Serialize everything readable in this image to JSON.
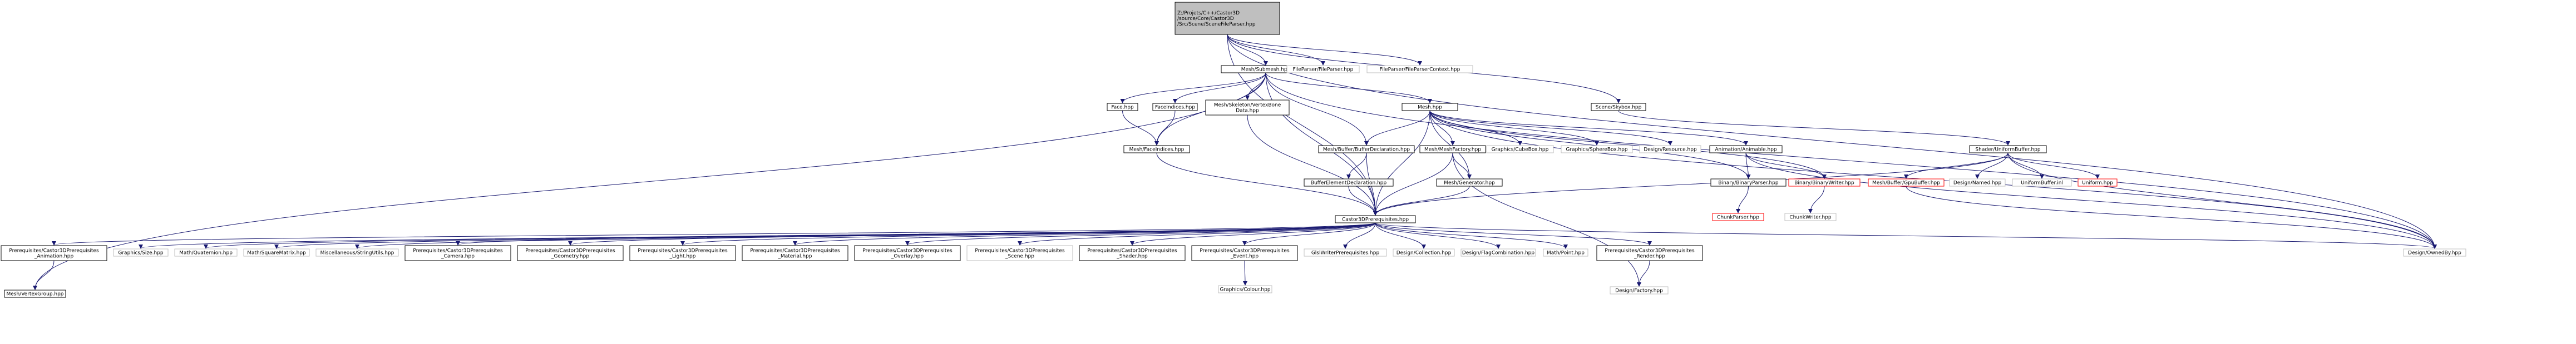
{
  "colors": {
    "background": "#ffffff",
    "edge": "#191970",
    "node_border": "#000000",
    "node_fill": "#ffffff",
    "root_fill": "#bfbfbf",
    "grey_border": "#bfbfbf",
    "red_border": "#ff0000",
    "text": "#000000"
  },
  "nodes": [
    {
      "id": "root",
      "lines": [
        "Z:/Projets/C++/Castor3D",
        "/source/Core/Castor3D",
        "/Src/Scene/SceneFileParser.hpp"
      ],
      "style": "root"
    },
    {
      "id": "submesh",
      "lines": [
        "Mesh/Submesh.hpp"
      ],
      "style": "normal"
    },
    {
      "id": "fileparser",
      "lines": [
        "FileParser/FileParser.hpp"
      ],
      "style": "grey"
    },
    {
      "id": "fpcontext",
      "lines": [
        "FileParser/FileParserContext.hpp"
      ],
      "style": "grey"
    },
    {
      "id": "face",
      "lines": [
        "Face.hpp"
      ],
      "style": "normal"
    },
    {
      "id": "faceidx",
      "lines": [
        "FaceIndices.hpp"
      ],
      "style": "normal"
    },
    {
      "id": "skeletonvertex",
      "lines": [
        "Mesh/Skeleton/VertexBone",
        "Data.hpp"
      ],
      "style": "normal"
    },
    {
      "id": "mesh",
      "lines": [
        "Mesh.hpp"
      ],
      "style": "normal"
    },
    {
      "id": "skybox",
      "lines": [
        "Scene/Skybox.hpp"
      ],
      "style": "normal"
    },
    {
      "id": "meshfaceidx",
      "lines": [
        "Mesh/FaceIndices.hpp"
      ],
      "style": "normal"
    },
    {
      "id": "bufdecl",
      "lines": [
        "Mesh/Buffer/BufferDeclaration.hpp"
      ],
      "style": "normal"
    },
    {
      "id": "meshfactory",
      "lines": [
        "Mesh/MeshFactory.hpp"
      ],
      "style": "normal"
    },
    {
      "id": "cubebox",
      "lines": [
        "Graphics/CubeBox.hpp"
      ],
      "style": "grey"
    },
    {
      "id": "spherebox",
      "lines": [
        "Graphics/SphereBox.hpp"
      ],
      "style": "grey"
    },
    {
      "id": "resource",
      "lines": [
        "Design/Resource.hpp"
      ],
      "style": "grey"
    },
    {
      "id": "animable",
      "lines": [
        "Animation/Animable.hpp"
      ],
      "style": "normal"
    },
    {
      "id": "uniformbuffer",
      "lines": [
        "Shader/UniformBuffer.hpp"
      ],
      "style": "normal"
    },
    {
      "id": "bufelem",
      "lines": [
        "BufferElementDeclaration.hpp"
      ],
      "style": "normal"
    },
    {
      "id": "meshgen",
      "lines": [
        "Mesh/Generator.hpp"
      ],
      "style": "normal"
    },
    {
      "id": "binparser",
      "lines": [
        "Binary/BinaryParser.hpp"
      ],
      "style": "normal"
    },
    {
      "id": "binwriter",
      "lines": [
        "Binary/BinaryWriter.hpp"
      ],
      "style": "red"
    },
    {
      "id": "gpubuffer",
      "lines": [
        "Mesh/Buffer/GpuBuffer.hpp"
      ],
      "style": "red"
    },
    {
      "id": "named",
      "lines": [
        "Design/Named.hpp"
      ],
      "style": "grey"
    },
    {
      "id": "uniforminl",
      "lines": [
        "UniformBuffer.inl"
      ],
      "style": "grey"
    },
    {
      "id": "uniform",
      "lines": [
        "Uniform.hpp"
      ],
      "style": "red"
    },
    {
      "id": "castorprereq",
      "lines": [
        "Castor3DPrerequisites.hpp"
      ],
      "style": "normal"
    },
    {
      "id": "chunkparser",
      "lines": [
        "ChunkParser.hpp"
      ],
      "style": "red"
    },
    {
      "id": "chunkwriter",
      "lines": [
        "ChunkWriter.hpp"
      ],
      "style": "grey"
    },
    {
      "id": "p_anim",
      "lines": [
        "Prerequisites/Castor3DPrerequisites",
        "_Animation.hpp"
      ],
      "style": "normal"
    },
    {
      "id": "size",
      "lines": [
        "Graphics/Size.hpp"
      ],
      "style": "grey"
    },
    {
      "id": "quat",
      "lines": [
        "Math/Quaternion.hpp"
      ],
      "style": "grey"
    },
    {
      "id": "sqmat",
      "lines": [
        "Math/SquareMatrix.hpp"
      ],
      "style": "grey"
    },
    {
      "id": "strutils",
      "lines": [
        "Miscellaneous/StringUtils.hpp"
      ],
      "style": "grey"
    },
    {
      "id": "p_camera",
      "lines": [
        "Prerequisites/Castor3DPrerequisites",
        "_Camera.hpp"
      ],
      "style": "normal"
    },
    {
      "id": "p_geom",
      "lines": [
        "Prerequisites/Castor3DPrerequisites",
        "_Geometry.hpp"
      ],
      "style": "normal"
    },
    {
      "id": "p_light",
      "lines": [
        "Prerequisites/Castor3DPrerequisites",
        "_Light.hpp"
      ],
      "style": "normal"
    },
    {
      "id": "p_mat",
      "lines": [
        "Prerequisites/Castor3DPrerequisites",
        "_Material.hpp"
      ],
      "style": "normal"
    },
    {
      "id": "p_overlay",
      "lines": [
        "Prerequisites/Castor3DPrerequisites",
        "_Overlay.hpp"
      ],
      "style": "normal"
    },
    {
      "id": "p_scene",
      "lines": [
        "Prerequisites/Castor3DPrerequisites",
        "_Scene.hpp"
      ],
      "style": "grey"
    },
    {
      "id": "p_shader",
      "lines": [
        "Prerequisites/Castor3DPrerequisites",
        "_Shader.hpp"
      ],
      "style": "normal"
    },
    {
      "id": "p_event",
      "lines": [
        "Prerequisites/Castor3DPrerequisites",
        "_Event.hpp"
      ],
      "style": "normal"
    },
    {
      "id": "glslwriter",
      "lines": [
        "GlslWriterPrerequisites.hpp"
      ],
      "style": "grey"
    },
    {
      "id": "collection",
      "lines": [
        "Design/Collection.hpp"
      ],
      "style": "grey"
    },
    {
      "id": "flagcomb",
      "lines": [
        "Design/FlagCombination.hpp"
      ],
      "style": "grey"
    },
    {
      "id": "point",
      "lines": [
        "Math/Point.hpp"
      ],
      "style": "grey"
    },
    {
      "id": "p_render",
      "lines": [
        "Prerequisites/Castor3DPrerequisites",
        "_Render.hpp"
      ],
      "style": "normal"
    },
    {
      "id": "ownedby",
      "lines": [
        "Design/OwnedBy.hpp"
      ],
      "style": "grey"
    },
    {
      "id": "vertexgroup",
      "lines": [
        "Mesh/VertexGroup.hpp"
      ],
      "style": "normal"
    },
    {
      "id": "colour",
      "lines": [
        "Graphics/Colour.hpp"
      ],
      "style": "grey"
    },
    {
      "id": "dfactory",
      "lines": [
        "Design/Factory.hpp"
      ],
      "style": "grey"
    }
  ],
  "edges": [
    [
      "root",
      "submesh"
    ],
    [
      "root",
      "fileparser"
    ],
    [
      "root",
      "fpcontext"
    ],
    [
      "root",
      "skybox"
    ],
    [
      "root",
      "castorprereq"
    ],
    [
      "root",
      "ownedby"
    ],
    [
      "submesh",
      "face"
    ],
    [
      "submesh",
      "faceidx"
    ],
    [
      "submesh",
      "skeletonvertex"
    ],
    [
      "submesh",
      "mesh"
    ],
    [
      "submesh",
      "meshfaceidx"
    ],
    [
      "submesh",
      "bufdecl"
    ],
    [
      "submesh",
      "castorprereq"
    ],
    [
      "submesh",
      "vertexgroup"
    ],
    [
      "submesh",
      "ownedby"
    ],
    [
      "face",
      "meshfaceidx"
    ],
    [
      "faceidx",
      "meshfaceidx"
    ],
    [
      "meshfaceidx",
      "castorprereq"
    ],
    [
      "skeletonvertex",
      "castorprereq"
    ],
    [
      "mesh",
      "meshfactory"
    ],
    [
      "mesh",
      "cubebox"
    ],
    [
      "mesh",
      "spherebox"
    ],
    [
      "mesh",
      "resource"
    ],
    [
      "mesh",
      "animable"
    ],
    [
      "mesh",
      "bufdecl"
    ],
    [
      "mesh",
      "castorprereq"
    ],
    [
      "mesh",
      "binwriter"
    ],
    [
      "mesh",
      "binparser"
    ],
    [
      "mesh",
      "ownedby"
    ],
    [
      "mesh",
      "meshgen"
    ],
    [
      "skybox",
      "uniformbuffer"
    ],
    [
      "bufdecl",
      "bufelem"
    ],
    [
      "bufdecl",
      "castorprereq"
    ],
    [
      "bufelem",
      "castorprereq"
    ],
    [
      "meshfactory",
      "meshgen"
    ],
    [
      "meshfactory",
      "castorprereq"
    ],
    [
      "meshfactory",
      "dfactory"
    ],
    [
      "meshgen",
      "castorprereq"
    ],
    [
      "animable",
      "binparser"
    ],
    [
      "animable",
      "binwriter"
    ],
    [
      "animable",
      "ownedby"
    ],
    [
      "binparser",
      "chunkparser"
    ],
    [
      "binwriter",
      "chunkwriter"
    ],
    [
      "uniformbuffer",
      "gpubuffer"
    ],
    [
      "uniformbuffer",
      "named"
    ],
    [
      "uniformbuffer",
      "uniforminl"
    ],
    [
      "uniformbuffer",
      "uniform"
    ],
    [
      "uniformbuffer",
      "castorprereq"
    ],
    [
      "uniformbuffer",
      "ownedby"
    ],
    [
      "gpubuffer",
      "ownedby"
    ],
    [
      "castorprereq",
      "p_anim"
    ],
    [
      "castorprereq",
      "size"
    ],
    [
      "castorprereq",
      "quat"
    ],
    [
      "castorprereq",
      "sqmat"
    ],
    [
      "castorprereq",
      "strutils"
    ],
    [
      "castorprereq",
      "p_camera"
    ],
    [
      "castorprereq",
      "p_geom"
    ],
    [
      "castorprereq",
      "p_light"
    ],
    [
      "castorprereq",
      "p_mat"
    ],
    [
      "castorprereq",
      "p_overlay"
    ],
    [
      "castorprereq",
      "p_scene"
    ],
    [
      "castorprereq",
      "p_shader"
    ],
    [
      "castorprereq",
      "p_event"
    ],
    [
      "castorprereq",
      "glslwriter"
    ],
    [
      "castorprereq",
      "collection"
    ],
    [
      "castorprereq",
      "flagcomb"
    ],
    [
      "castorprereq",
      "point"
    ],
    [
      "castorprereq",
      "p_render"
    ],
    [
      "castorprereq",
      "ownedby"
    ],
    [
      "p_anim",
      "vertexgroup"
    ],
    [
      "p_event",
      "colour"
    ],
    [
      "p_render",
      "dfactory"
    ]
  ]
}
